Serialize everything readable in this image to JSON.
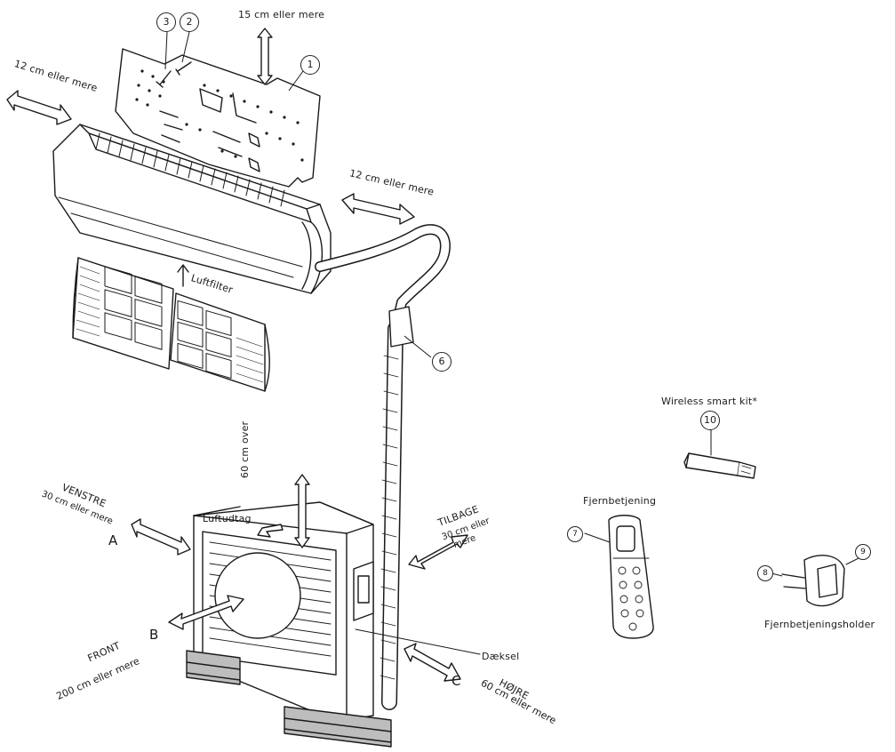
{
  "clearances": {
    "top": "15 cm eller mere",
    "left": "12 cm eller mere",
    "right": "12 cm eller mere",
    "above_outdoor": "60 cm over"
  },
  "outdoor": {
    "left_title": "VENSTRE",
    "left_dist": "30 cm eller mere",
    "left_letter": "A",
    "back_title": "TILBAGE",
    "back_dist_1": "30 cm eller",
    "back_dist_2": "mere",
    "front_title": "FRONT",
    "front_dist": "200 cm eller mere",
    "front_letter": "B",
    "right_title": "HØJRE",
    "right_dist": "60 cm eller mere",
    "right_letter": "C",
    "air_outlet": "Luftudtag",
    "cover": "Dæksel"
  },
  "indoor": {
    "air_filter": "Luftfilter"
  },
  "accessories": {
    "wireless_kit": "Wireless smart kit*",
    "remote": "Fjernbetjening",
    "remote_holder": "Fjernbetjeningsholder"
  },
  "callouts": [
    "1",
    "2",
    "3",
    "6",
    "7",
    "8",
    "9",
    "10"
  ],
  "colors": {
    "line": "#1a1a1a",
    "fill": "#ffffff",
    "shade": "#cfcfcf"
  }
}
